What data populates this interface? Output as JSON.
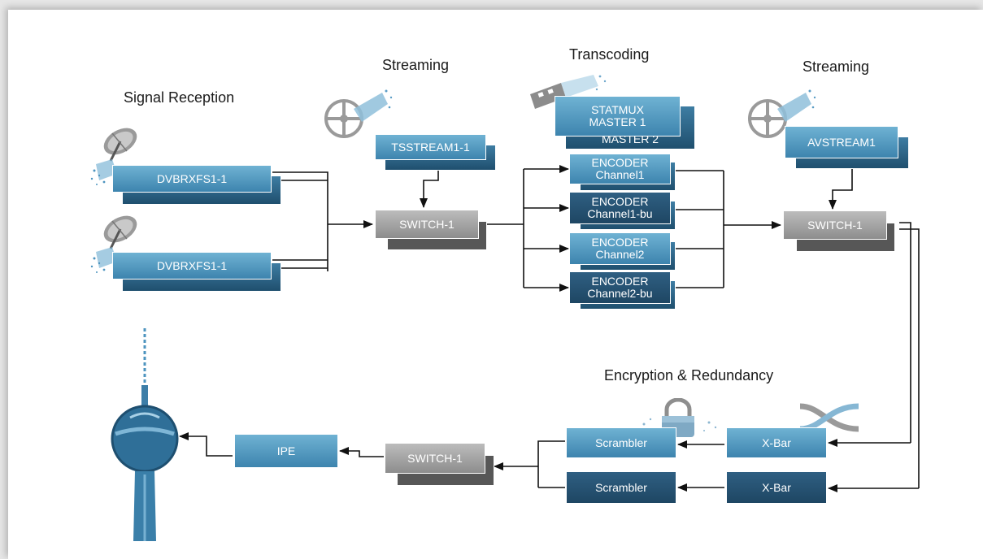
{
  "sections": {
    "signal_reception": "Signal Reception",
    "streaming_left": "Streaming",
    "transcoding": "Transcoding",
    "streaming_right": "Streaming",
    "encryption": "Encryption & Redundancy"
  },
  "nodes": {
    "dvbrx1": "DVBRXFS1-1",
    "dvbrx2": "DVBRXFS1-1",
    "tsstream": "TSSTREAM1-1",
    "switch_left": "SWITCH-1",
    "statmux_line1": "STATMUX",
    "statmux_line2": "MASTER 1",
    "statmux_behind": "MASTER 2",
    "enc1_line1": "ENCODER",
    "enc1_line2": "Channel1",
    "enc1bu_line1": "ENCODER",
    "enc1bu_line2": "Channel1-bu",
    "enc2_line1": "ENCODER",
    "enc2_line2": "Channel2",
    "enc2bu_line1": "ENCODER",
    "enc2bu_line2": "Channel2-bu",
    "avstream": "AVSTREAM1",
    "switch_right": "SWITCH-1",
    "xbar1": "X-Bar",
    "xbar2": "X-Bar",
    "scrambler1": "Scrambler",
    "scrambler2": "Scrambler",
    "switch_bottom": "SWITCH-1",
    "ipe": "IPE"
  },
  "colors": {
    "node_blue": "#4f97c1",
    "node_dark": "#244f6f",
    "switch_gray": "#a6a6a6",
    "wire": "#111111"
  },
  "icons": [
    "satellite-dish-icon",
    "film-reel-icon",
    "padlock-icon",
    "twisted-cable-icon",
    "tv-tower-icon"
  ]
}
